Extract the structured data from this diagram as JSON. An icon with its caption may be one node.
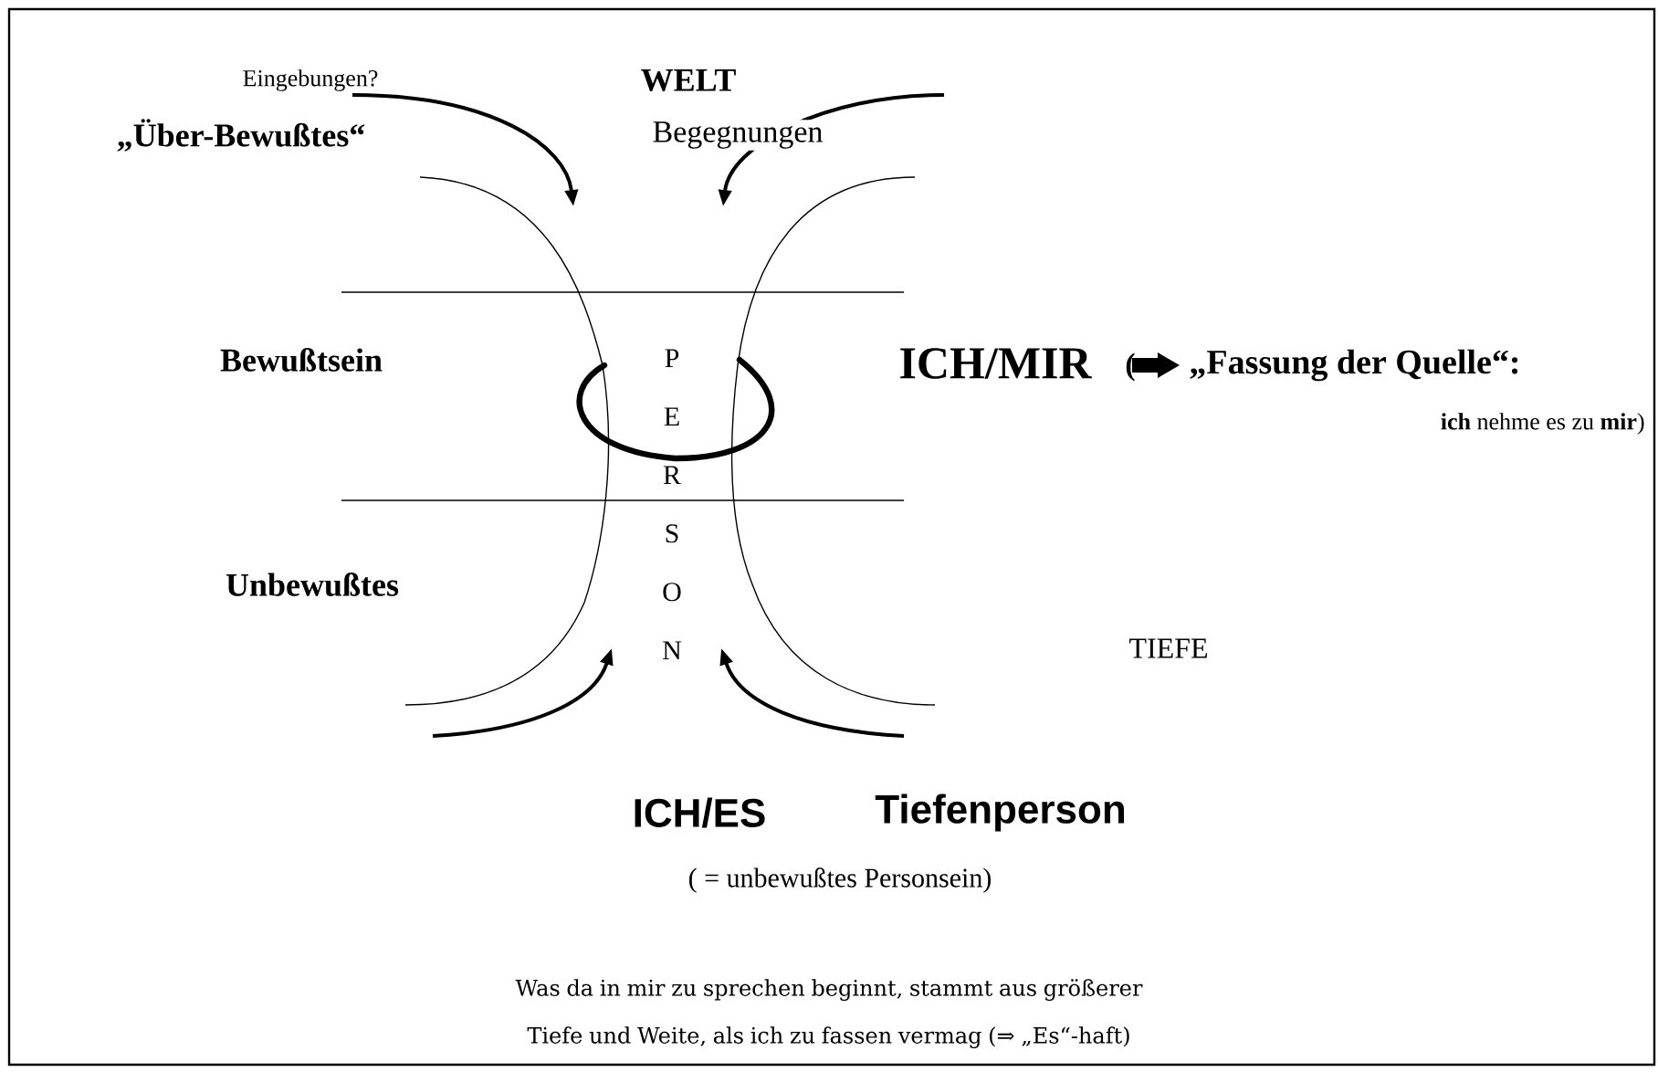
{
  "diagram": {
    "labels": [
      "Eingebungen?",
      "WELT",
      "„Über-Bewußtes“",
      "Begegnungen",
      "Bewußtsein",
      "P E R S O N",
      "ICH/MIR",
      "(",
      "„Fassung der Quelle“:",
      "**ich** nehme es zu **mir**)",
      "Unbewußtes",
      "TIEFE",
      "ICH/ES",
      "Tiefenperson",
      "( = unbewußtes Personsein)",
      "Was da in mir zu sprechen beginnt, stammt aus größerer Tiefe und Weite, als ich zu fassen vermag (⇒ „Es“-haft)"
    ]
  }
}
